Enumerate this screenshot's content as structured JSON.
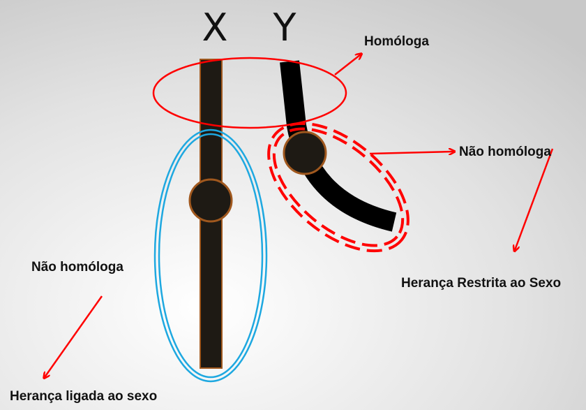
{
  "chromosomes": {
    "x_label": "X",
    "y_label": "Y"
  },
  "labels": {
    "homologous": "Homóloga",
    "non_homologous_y": "Não homóloga",
    "non_homologous_x": "Não homóloga",
    "y_linked": "Herança Restrita ao Sexo",
    "x_linked": "Herança ligada ao sexo"
  },
  "colors": {
    "annotation": "#ff0000",
    "x_region": "#1ea8e0",
    "chromosome_fill": "#1e1a14",
    "chromosome_outline": "#a0581e"
  }
}
